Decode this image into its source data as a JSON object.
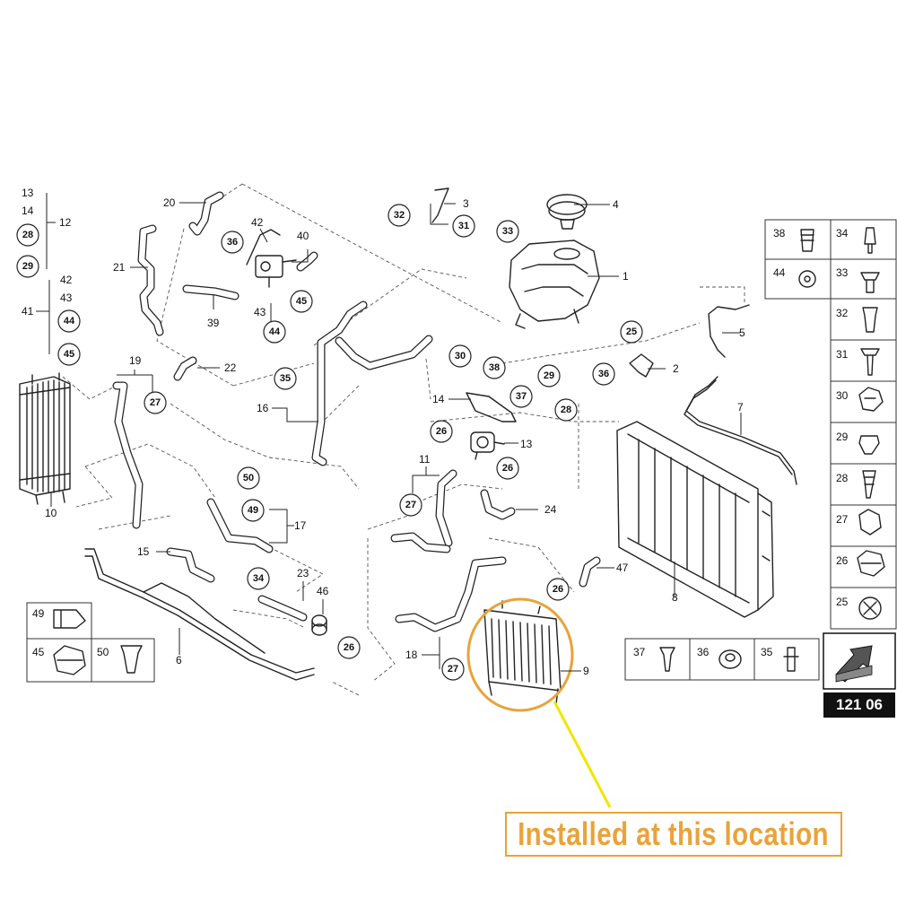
{
  "page_ref": "121 06",
  "callout_text": "Installed at this location",
  "colors": {
    "highlight": "#e8a33a",
    "callout_arrow": "#f0e600",
    "line": "#222222"
  },
  "plain_labels": [
    {
      "id": "13a",
      "text": "13"
    },
    {
      "id": "14a",
      "text": "14"
    },
    {
      "id": "12",
      "text": "12"
    },
    {
      "id": "42a",
      "text": "42"
    },
    {
      "id": "43a",
      "text": "43"
    },
    {
      "id": "41",
      "text": "41"
    },
    {
      "id": "20",
      "text": "20"
    },
    {
      "id": "21",
      "text": "21"
    },
    {
      "id": "42b",
      "text": "42"
    },
    {
      "id": "40",
      "text": "40"
    },
    {
      "id": "39",
      "text": "39"
    },
    {
      "id": "43b",
      "text": "43"
    },
    {
      "id": "3",
      "text": "3"
    },
    {
      "id": "4",
      "text": "4"
    },
    {
      "id": "1",
      "text": "1"
    },
    {
      "id": "5",
      "text": "5"
    },
    {
      "id": "2",
      "text": "2"
    },
    {
      "id": "7",
      "text": "7"
    },
    {
      "id": "19",
      "text": "19"
    },
    {
      "id": "22",
      "text": "22"
    },
    {
      "id": "16",
      "text": "16"
    },
    {
      "id": "14b",
      "text": "14"
    },
    {
      "id": "13b",
      "text": "13"
    },
    {
      "id": "11",
      "text": "11"
    },
    {
      "id": "10",
      "text": "10"
    },
    {
      "id": "24",
      "text": "24"
    },
    {
      "id": "17",
      "text": "17"
    },
    {
      "id": "15",
      "text": "15"
    },
    {
      "id": "23",
      "text": "23"
    },
    {
      "id": "46",
      "text": "46"
    },
    {
      "id": "47",
      "text": "47"
    },
    {
      "id": "8",
      "text": "8"
    },
    {
      "id": "6",
      "text": "6"
    },
    {
      "id": "18",
      "text": "18"
    },
    {
      "id": "9",
      "text": "9"
    }
  ],
  "circled_labels": [
    {
      "id": "c28a",
      "text": "28"
    },
    {
      "id": "c29a",
      "text": "29"
    },
    {
      "id": "c44a",
      "text": "44"
    },
    {
      "id": "c45a",
      "text": "45"
    },
    {
      "id": "c36a",
      "text": "36"
    },
    {
      "id": "c45b",
      "text": "45"
    },
    {
      "id": "c44b",
      "text": "44"
    },
    {
      "id": "c32",
      "text": "32"
    },
    {
      "id": "c31",
      "text": "31"
    },
    {
      "id": "c33",
      "text": "33"
    },
    {
      "id": "c27a",
      "text": "27"
    },
    {
      "id": "c35",
      "text": "35"
    },
    {
      "id": "c30",
      "text": "30"
    },
    {
      "id": "c25",
      "text": "25"
    },
    {
      "id": "c36b",
      "text": "36"
    },
    {
      "id": "c38",
      "text": "38"
    },
    {
      "id": "c37",
      "text": "37"
    },
    {
      "id": "c29b",
      "text": "29"
    },
    {
      "id": "c28b",
      "text": "28"
    },
    {
      "id": "c26a",
      "text": "26"
    },
    {
      "id": "c26b",
      "text": "26"
    },
    {
      "id": "c50",
      "text": "50"
    },
    {
      "id": "c49",
      "text": "49"
    },
    {
      "id": "c27b",
      "text": "27"
    },
    {
      "id": "c34",
      "text": "34"
    },
    {
      "id": "c26c",
      "text": "26"
    },
    {
      "id": "c26d",
      "text": "26"
    },
    {
      "id": "c27c",
      "text": "27"
    }
  ],
  "legend_right": [
    {
      "id": "r38",
      "text": "38"
    },
    {
      "id": "r34",
      "text": "34"
    },
    {
      "id": "r44",
      "text": "44"
    },
    {
      "id": "r33",
      "text": "33"
    },
    {
      "id": "r32",
      "text": "32"
    },
    {
      "id": "r31",
      "text": "31"
    },
    {
      "id": "r30",
      "text": "30"
    },
    {
      "id": "r29",
      "text": "29"
    },
    {
      "id": "r28",
      "text": "28"
    },
    {
      "id": "r27",
      "text": "27"
    },
    {
      "id": "r26",
      "text": "26"
    },
    {
      "id": "r25",
      "text": "25"
    }
  ],
  "legend_bottom_right": [
    {
      "id": "b37",
      "text": "37"
    },
    {
      "id": "b36",
      "text": "36"
    },
    {
      "id": "b35",
      "text": "35"
    }
  ],
  "legend_bottom_left": [
    {
      "id": "l49",
      "text": "49"
    },
    {
      "id": "l45",
      "text": "45"
    },
    {
      "id": "l50",
      "text": "50"
    }
  ]
}
